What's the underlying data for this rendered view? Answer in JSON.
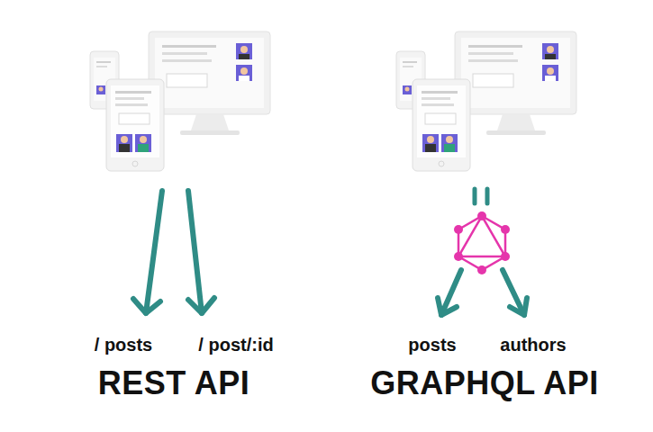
{
  "diagram": {
    "labels": [
      "/ posts",
      "/ post/:id",
      "REST API",
      "posts",
      "authors",
      "GRAPHQL API"
    ]
  }
}
